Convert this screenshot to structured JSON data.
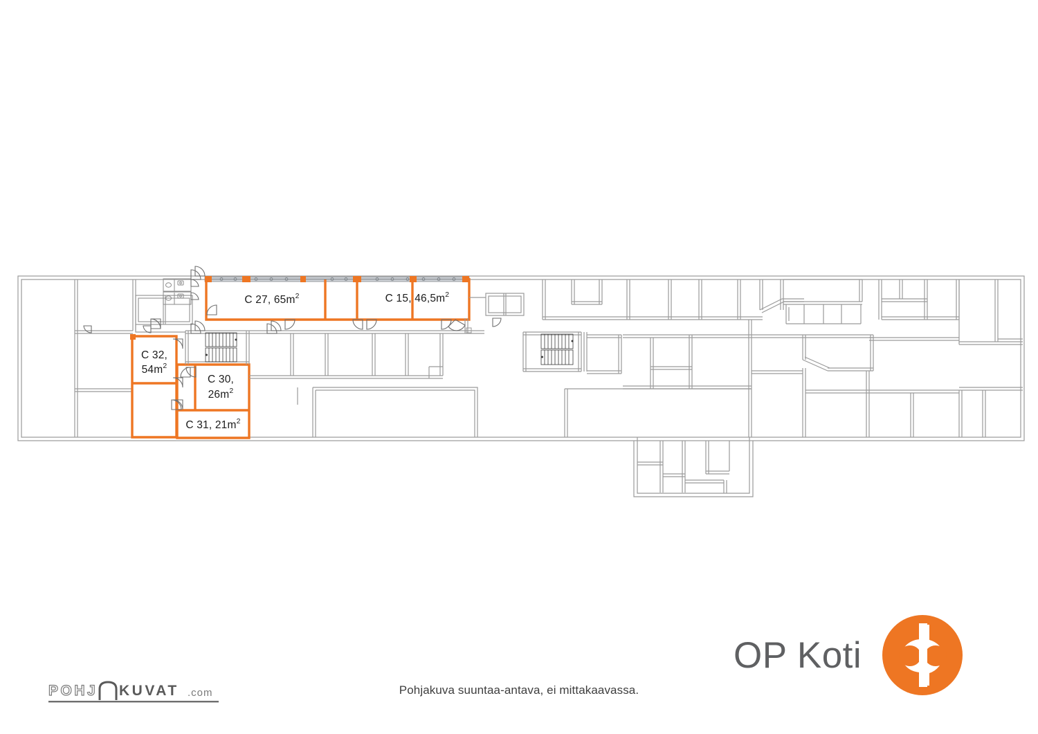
{
  "document": {
    "type": "floor-plan",
    "caption": "Pohjakuva suuntaa-antava, ei mittakaavassa."
  },
  "colors": {
    "accent_orange": "#EE7623",
    "wall_gray": "#9a9a9a",
    "wall_gray_light": "#b5b5b5",
    "text_dark": "#1b1b1b",
    "logo_gray": "#5f6062",
    "caption_gray": "#3e3e3e"
  },
  "floorplan": {
    "highlighted_units": [
      {
        "id": "C27",
        "label": "C 27, 65m",
        "unit_sup": "2",
        "code": "C 27",
        "area": "65m²"
      },
      {
        "id": "C15",
        "label": "C 15, 46,5m",
        "unit_sup": "2",
        "code": "C 15",
        "area": "46,5m²"
      },
      {
        "id": "C32",
        "label_line1": "C 32,",
        "label_line2": "54m",
        "unit_sup": "2",
        "code": "C 32",
        "area": "54m²"
      },
      {
        "id": "C30",
        "label_line1": "C 30,",
        "label_line2": "26m",
        "unit_sup": "2",
        "code": "C 30",
        "area": "26m²"
      },
      {
        "id": "C31",
        "label": "C 31, 21m",
        "unit_sup": "2",
        "code": "C 31",
        "area": "21m²"
      }
    ],
    "features": [
      "glazed-facade-top",
      "stairwell-left",
      "stairwell-center",
      "stairwell-right",
      "bathroom-fixtures",
      "door-swings"
    ]
  },
  "branding": {
    "op": {
      "wordmark": "OP Koti",
      "mark_name": "op-roundel-icon"
    },
    "pohjakuvat": {
      "text_outline": "POHJ",
      "text_bold": "KUVAT",
      "text_suffix": ".com",
      "full": "POHJAKUVAT.com"
    }
  }
}
